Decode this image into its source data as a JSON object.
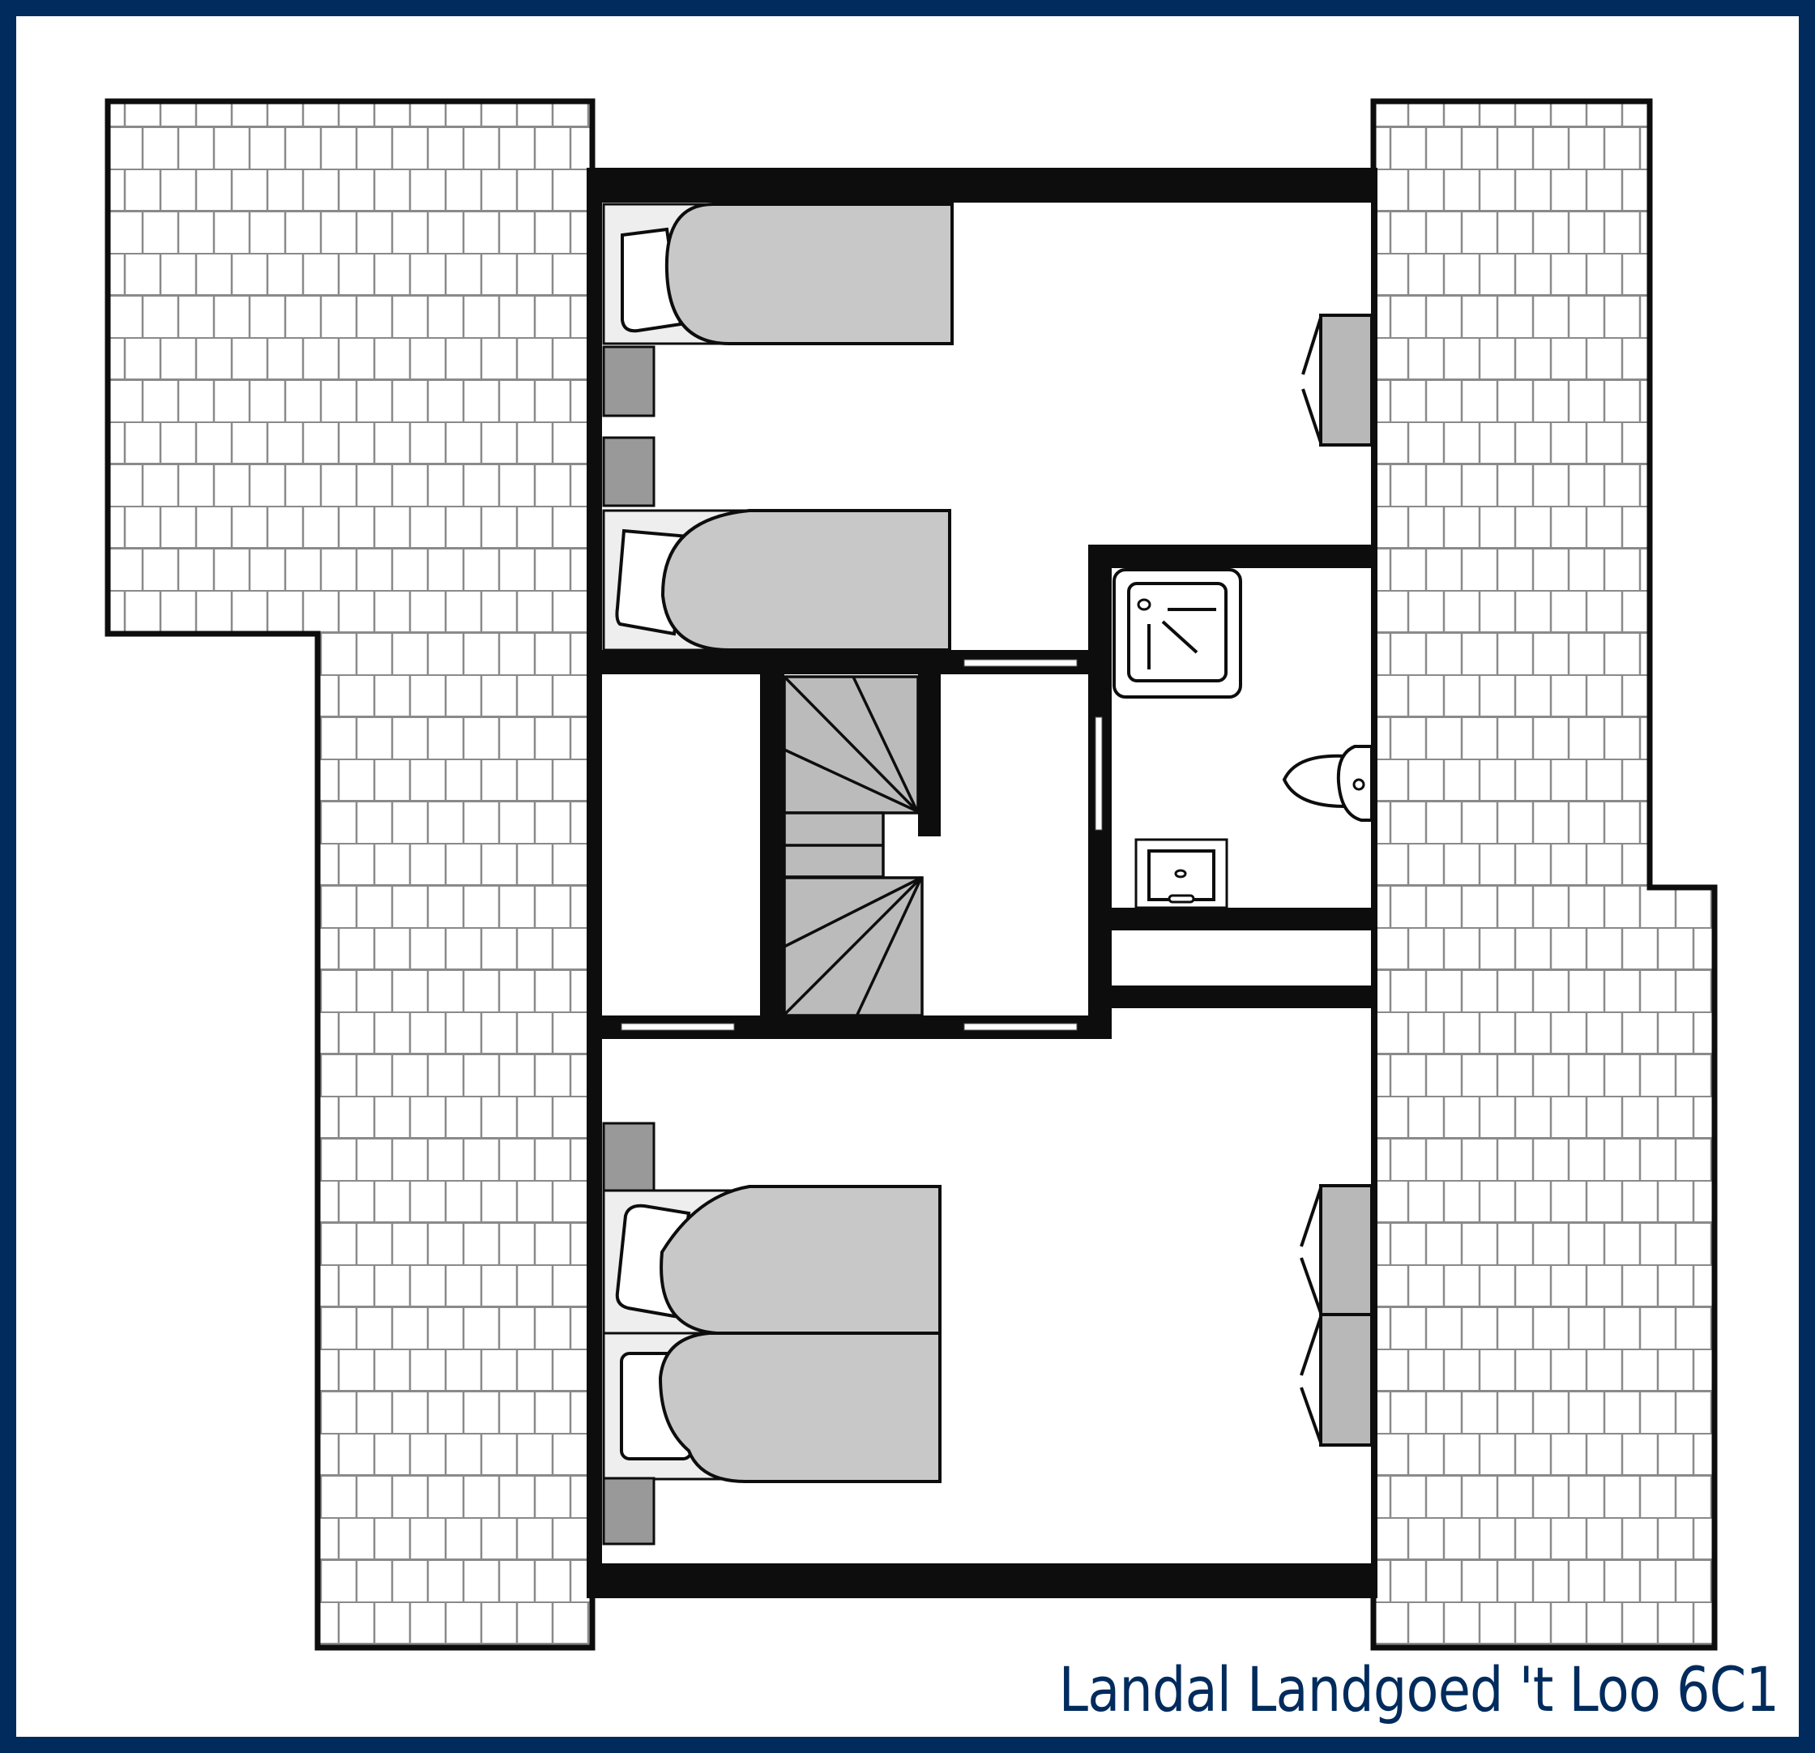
{
  "title": "Landal Landgoed 't Loo 6C1",
  "colors": {
    "frame": "#002b5c",
    "wall": "#0d0d0d",
    "roof_tile_line": "#8a8a8a",
    "bed_cover": "#c8c8c8",
    "bed_frame": "#eeeeee",
    "nightstand": "#999999",
    "wardrobe": "#b8b8b8",
    "stair": "#bbbbbb",
    "caption": "#002b5c"
  },
  "floorplan": {
    "rooms": [
      {
        "id": "bedroom-top",
        "beds": 2,
        "bed_type": "single",
        "nightstands": 2,
        "wardrobes": 1
      },
      {
        "id": "bathroom",
        "fixtures": [
          "shower",
          "toilet",
          "sink"
        ]
      },
      {
        "id": "stair-hall",
        "fixtures": [
          "winding-staircase"
        ]
      },
      {
        "id": "storage-left"
      },
      {
        "id": "bedroom-bottom",
        "beds": 2,
        "bed_type": "single-pushed-together",
        "nightstands": 2,
        "wardrobes": 2
      }
    ],
    "roof_sections": [
      "roof-left",
      "roof-right"
    ]
  }
}
